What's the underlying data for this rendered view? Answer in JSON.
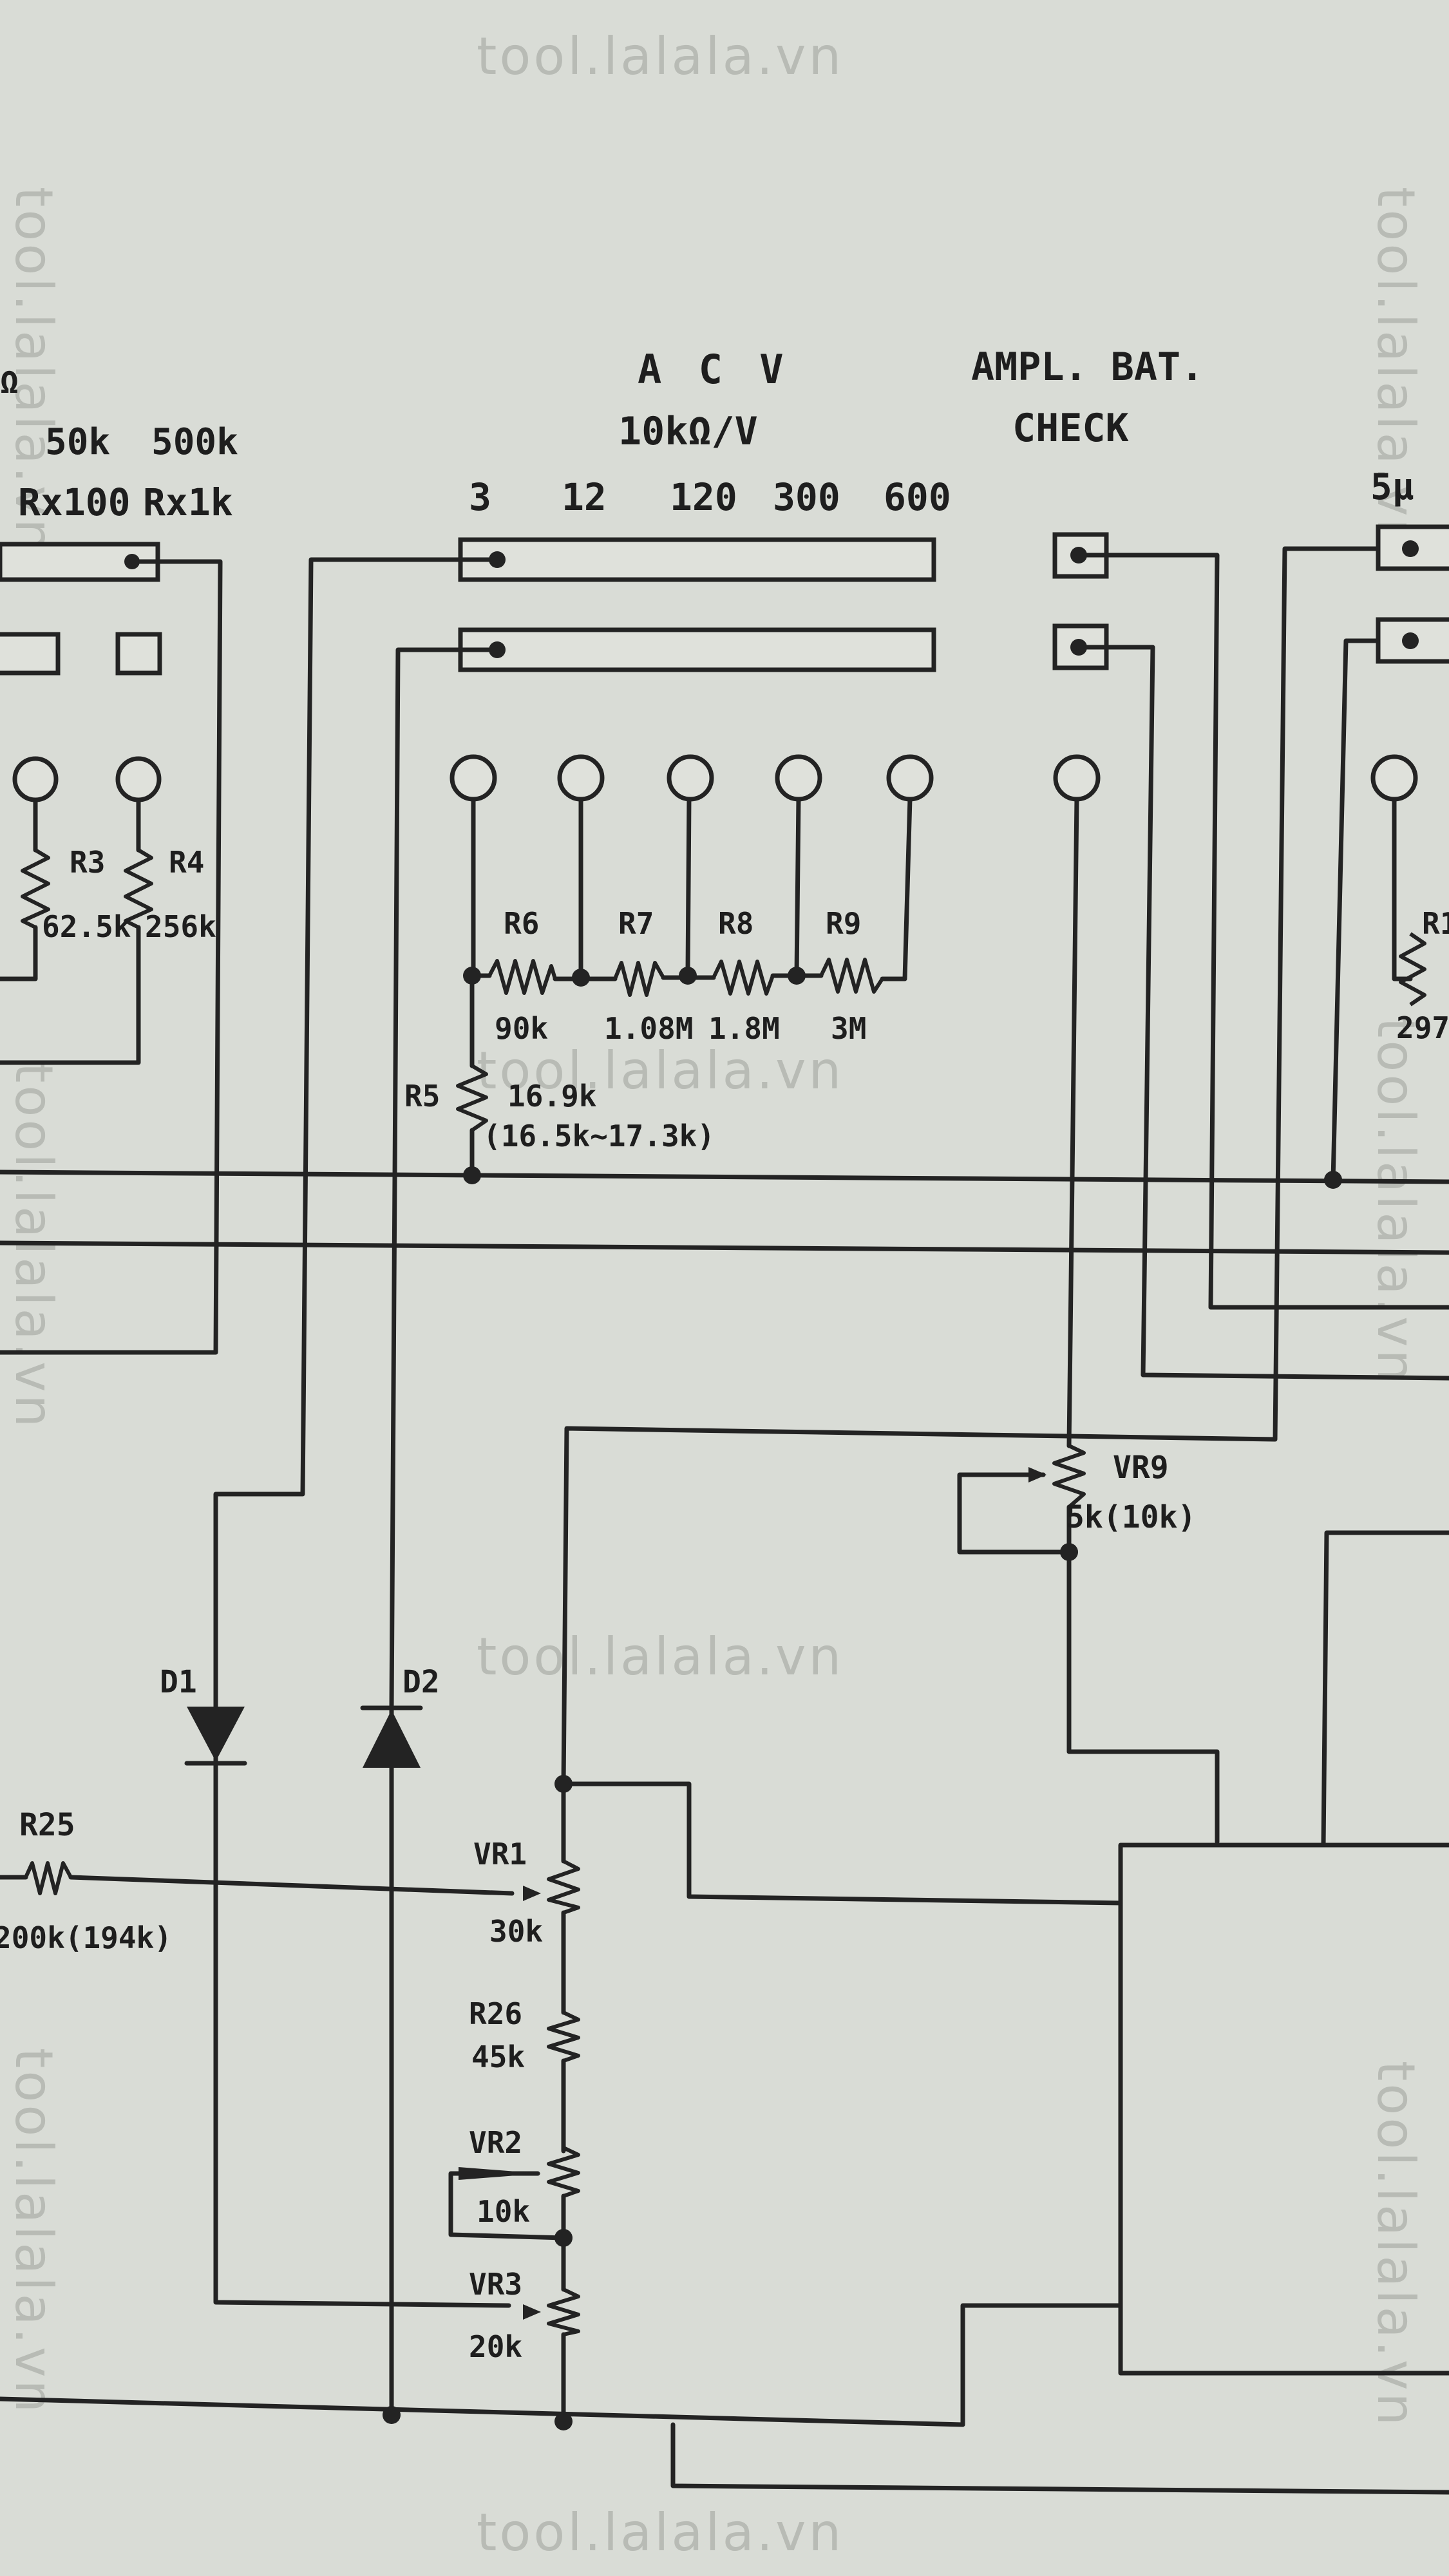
{
  "watermark": "tool.lalala.vn",
  "headers": {
    "ohm_symbol": "Ω",
    "ohm_50k": "50k",
    "ohm_500k": "500k",
    "ohm_rx100": "Rx100",
    "ohm_rx1k": "Rx1k",
    "acv_title": "A C V",
    "acv_sensitivity": "10kΩ/V",
    "acv_ranges": [
      "3",
      "12",
      "120",
      "300",
      "600"
    ],
    "ampl_bat": "AMPL. BAT.",
    "check": "CHECK",
    "right_label": "5μ"
  },
  "components": {
    "r3": {
      "name": "R3",
      "value": "62.5k"
    },
    "r4": {
      "name": "R4",
      "value": "256k"
    },
    "r5": {
      "name": "R5",
      "value": "16.9k",
      "note": "(16.5k~17.3k)"
    },
    "r6": {
      "name": "R6",
      "value": "90k"
    },
    "r7": {
      "name": "R7",
      "value": "1.08M"
    },
    "r8": {
      "name": "R8",
      "value": "1.8M"
    },
    "r9": {
      "name": "R9",
      "value": "3M"
    },
    "r1x": {
      "name": "R1",
      "value": "297"
    },
    "vr9": {
      "name": "VR9",
      "value": "5k(10k)"
    },
    "d1": {
      "name": "D1"
    },
    "d2": {
      "name": "D2"
    },
    "r25": {
      "name": "R25",
      "value": "200k(194k)"
    },
    "vr1": {
      "name": "VR1",
      "value": "30k"
    },
    "r26": {
      "name": "R26",
      "value": "45k"
    },
    "vr2": {
      "name": "VR2",
      "value": "10k"
    },
    "vr3": {
      "name": "VR3",
      "value": "20k"
    }
  }
}
